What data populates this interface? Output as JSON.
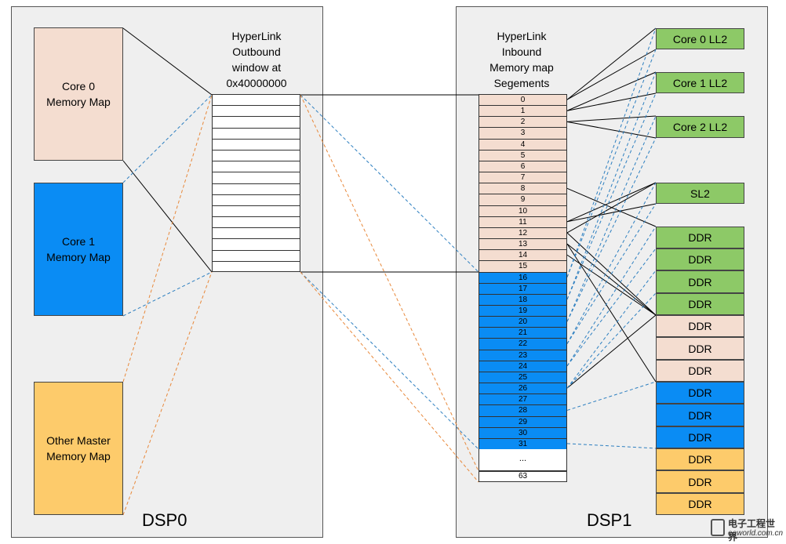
{
  "dsp0": {
    "label": "DSP0",
    "outbound_caption": "HyperLink\nOutbound\nwindow at\n0x40000000",
    "outbound_rows": 16,
    "maps": [
      {
        "label": "Core 0\nMemory Map",
        "color": "#f4ddd0"
      },
      {
        "label": "Core 1\nMemory Map",
        "color": "#0a8cf4"
      },
      {
        "label": "Other Master\nMemory Map",
        "color": "#fdcb6b"
      }
    ]
  },
  "dsp1": {
    "label": "DSP1",
    "inbound_caption": "HyperLink\nInbound\nMemory map\nSegements",
    "segments": [
      "0",
      "1",
      "2",
      "3",
      "4",
      "5",
      "6",
      "7",
      "8",
      "9",
      "10",
      "11",
      "12",
      "13",
      "14",
      "15",
      "16",
      "17",
      "18",
      "19",
      "20",
      "21",
      "22",
      "23",
      "24",
      "25",
      "26",
      "27",
      "28",
      "29",
      "30",
      "31"
    ],
    "ellipsis": "...",
    "last_segment": "63",
    "colors": {
      "peach": "#f4ddd0",
      "blue": "#0a8cf4",
      "white": "#ffffff"
    }
  },
  "targets": [
    {
      "label": "Core 0 LL2",
      "color": "#8dc967"
    },
    {
      "label": "Core 1 LL2",
      "color": "#8dc967"
    },
    {
      "label": "Core 2 LL2",
      "color": "#8dc967"
    },
    {
      "label": "SL2",
      "color": "#8dc967"
    },
    {
      "label": "DDR",
      "color": "#8dc967"
    },
    {
      "label": "DDR",
      "color": "#8dc967"
    },
    {
      "label": "DDR",
      "color": "#8dc967"
    },
    {
      "label": "DDR",
      "color": "#8dc967"
    },
    {
      "label": "DDR",
      "color": "#f4ddd0"
    },
    {
      "label": "DDR",
      "color": "#f4ddd0"
    },
    {
      "label": "DDR",
      "color": "#f4ddd0"
    },
    {
      "label": "DDR",
      "color": "#0a8cf4"
    },
    {
      "label": "DDR",
      "color": "#0a8cf4"
    },
    {
      "label": "DDR",
      "color": "#0a8cf4"
    },
    {
      "label": "DDR",
      "color": "#fdcb6b"
    },
    {
      "label": "DDR",
      "color": "#fdcb6b"
    },
    {
      "label": "DDR",
      "color": "#fdcb6b"
    }
  ],
  "line_colors": {
    "solid": "#000000",
    "blue_dash": "#2d7fc0",
    "orange_dash": "#e8883a"
  },
  "watermark": {
    "main": "电子工程世界",
    "sub": "eeworld.com.cn"
  }
}
